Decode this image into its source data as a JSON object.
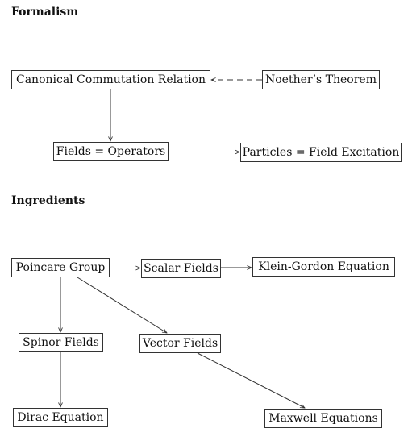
{
  "sections": {
    "formalism": {
      "heading": "Formalism",
      "nodes": {
        "canonical": "Canonical Commutation Relation",
        "noether": "Noether’s Theorem",
        "fields_operators": "Fields = Operators",
        "particles": "Particles = Field Excitation"
      }
    },
    "ingredients": {
      "heading": "Ingredients",
      "nodes": {
        "poincare": "Poincare Group",
        "scalar": "Scalar Fields",
        "klein_gordon": "Klein-Gordon Equation",
        "spinor": "Spinor Fields",
        "vector": "Vector Fields",
        "dirac": "Dirac Equation",
        "maxwell": "Maxwell Equations"
      }
    }
  },
  "edges": [
    {
      "from": "noether",
      "to": "canonical",
      "style": "dashed"
    },
    {
      "from": "canonical",
      "to": "fields_operators",
      "style": "solid"
    },
    {
      "from": "fields_operators",
      "to": "particles",
      "style": "solid"
    },
    {
      "from": "poincare",
      "to": "scalar",
      "style": "solid"
    },
    {
      "from": "scalar",
      "to": "klein_gordon",
      "style": "solid"
    },
    {
      "from": "poincare",
      "to": "spinor",
      "style": "solid"
    },
    {
      "from": "poincare",
      "to": "vector",
      "style": "solid"
    },
    {
      "from": "spinor",
      "to": "dirac",
      "style": "solid"
    },
    {
      "from": "vector",
      "to": "maxwell",
      "style": "solid"
    }
  ],
  "colors": {
    "stroke": "#333333",
    "text": "#111111",
    "background": "#ffffff"
  }
}
